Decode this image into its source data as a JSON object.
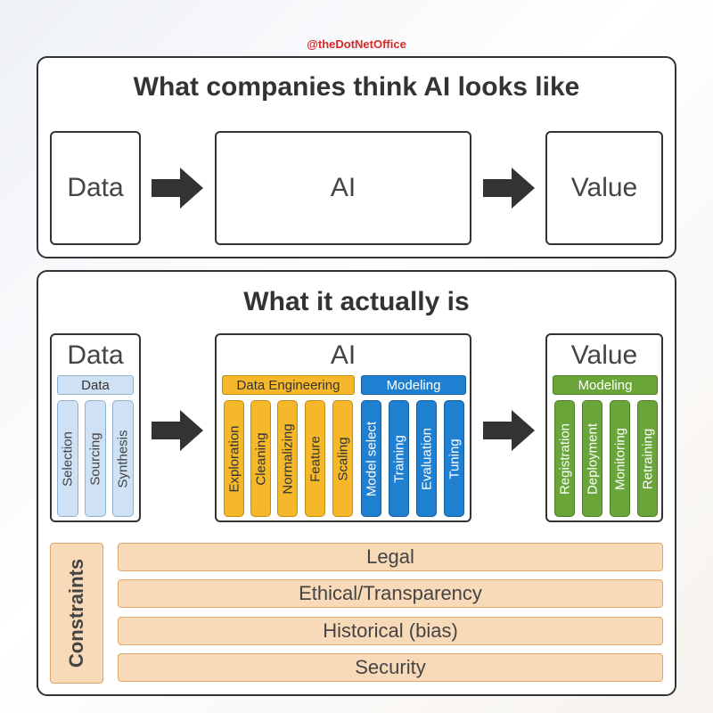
{
  "watermark": "@theDotNetOffice",
  "top": {
    "title": "What companies think AI looks like",
    "boxes": {
      "data": "Data",
      "ai": "AI",
      "value": "Value"
    }
  },
  "bottom": {
    "title": "What it actually is",
    "data": {
      "title": "Data",
      "category": "Data",
      "items": [
        "Selection",
        "Sourcing",
        "Synthesis"
      ]
    },
    "ai": {
      "title": "AI",
      "data_engineering": {
        "label": "Data Engineering",
        "items": [
          "Exploration",
          "Cleaning",
          "Normalizing",
          "Feature",
          "Scaling"
        ]
      },
      "modeling": {
        "label": "Modeling",
        "items": [
          "Model select",
          "Training",
          "Evaluation",
          "Tuning"
        ]
      }
    },
    "value": {
      "title": "Value",
      "category": "Modeling",
      "items": [
        "Registration",
        "Deployment",
        "Monitoring",
        "Retraining"
      ]
    },
    "constraints": {
      "label": "Constraints",
      "items": [
        "Legal",
        "Ethical/Transparency",
        "Historical (bias)",
        "Security"
      ]
    }
  },
  "colors": {
    "watermark": "#d62828",
    "data_blue": "#cfe2f5",
    "data_engineering_yellow": "#f4b82a",
    "modeling_blue": "#1f7fd0",
    "value_green": "#6aa53a",
    "constraints_peach": "#f8d9b8"
  }
}
